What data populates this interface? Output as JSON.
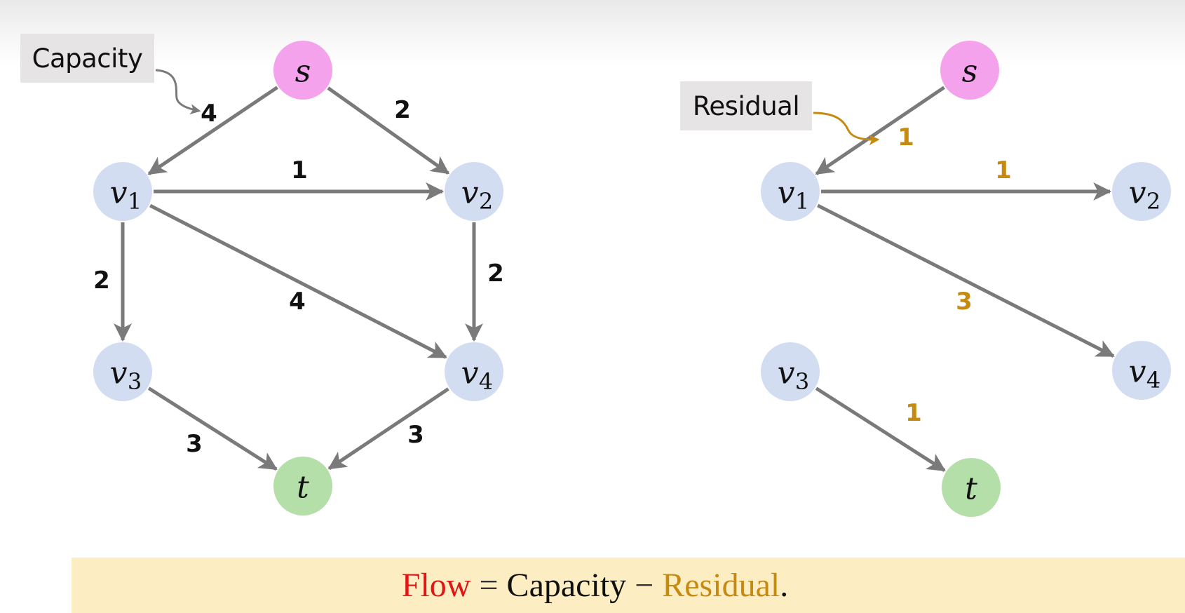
{
  "colors": {
    "source_fill": "#f4a2ec",
    "sink_fill": "#b5dfa8",
    "inner_fill": "#d3ddf1",
    "edge_stroke": "#7a7a7a",
    "capacity_label": "#111111",
    "residual_label": "#c58a12",
    "flow_word": "#e01515",
    "callout_bg": "#e6e4e5",
    "banner_bg": "#fdedc2"
  },
  "callouts": {
    "capacity": "Capacity",
    "residual": "Residual"
  },
  "equation": {
    "flow": "Flow",
    "equals": " = ",
    "capacity": "Capacity",
    "minus": " − ",
    "residual": "Residual",
    "period": "."
  },
  "graphs": [
    {
      "id": "capacity-graph",
      "title": "Capacity",
      "label_color_key": "capacity_label",
      "nodes": [
        {
          "id": "s",
          "label": "s",
          "sub": "",
          "type": "source"
        },
        {
          "id": "v1",
          "label": "v",
          "sub": "1",
          "type": "inner"
        },
        {
          "id": "v2",
          "label": "v",
          "sub": "2",
          "type": "inner"
        },
        {
          "id": "v3",
          "label": "v",
          "sub": "3",
          "type": "inner"
        },
        {
          "id": "v4",
          "label": "v",
          "sub": "4",
          "type": "inner"
        },
        {
          "id": "t",
          "label": "t",
          "sub": "",
          "type": "sink"
        }
      ],
      "edges": [
        {
          "from": "s",
          "to": "v1",
          "value": "4"
        },
        {
          "from": "s",
          "to": "v2",
          "value": "2"
        },
        {
          "from": "v1",
          "to": "v2",
          "value": "1"
        },
        {
          "from": "v1",
          "to": "v3",
          "value": "2"
        },
        {
          "from": "v2",
          "to": "v4",
          "value": "2"
        },
        {
          "from": "v1",
          "to": "v4",
          "value": "4"
        },
        {
          "from": "v3",
          "to": "t",
          "value": "3"
        },
        {
          "from": "v4",
          "to": "t",
          "value": "3"
        }
      ]
    },
    {
      "id": "residual-graph",
      "title": "Residual",
      "label_color_key": "residual_label",
      "nodes": [
        {
          "id": "s",
          "label": "s",
          "sub": "",
          "type": "source"
        },
        {
          "id": "v1",
          "label": "v",
          "sub": "1",
          "type": "inner"
        },
        {
          "id": "v2",
          "label": "v",
          "sub": "2",
          "type": "inner"
        },
        {
          "id": "v3",
          "label": "v",
          "sub": "3",
          "type": "inner"
        },
        {
          "id": "v4",
          "label": "v",
          "sub": "4",
          "type": "inner"
        },
        {
          "id": "t",
          "label": "t",
          "sub": "",
          "type": "sink"
        }
      ],
      "edges": [
        {
          "from": "s",
          "to": "v1",
          "value": "1"
        },
        {
          "from": "v1",
          "to": "v2",
          "value": "1"
        },
        {
          "from": "v1",
          "to": "v4",
          "value": "3"
        },
        {
          "from": "v3",
          "to": "t",
          "value": "1"
        }
      ]
    }
  ]
}
